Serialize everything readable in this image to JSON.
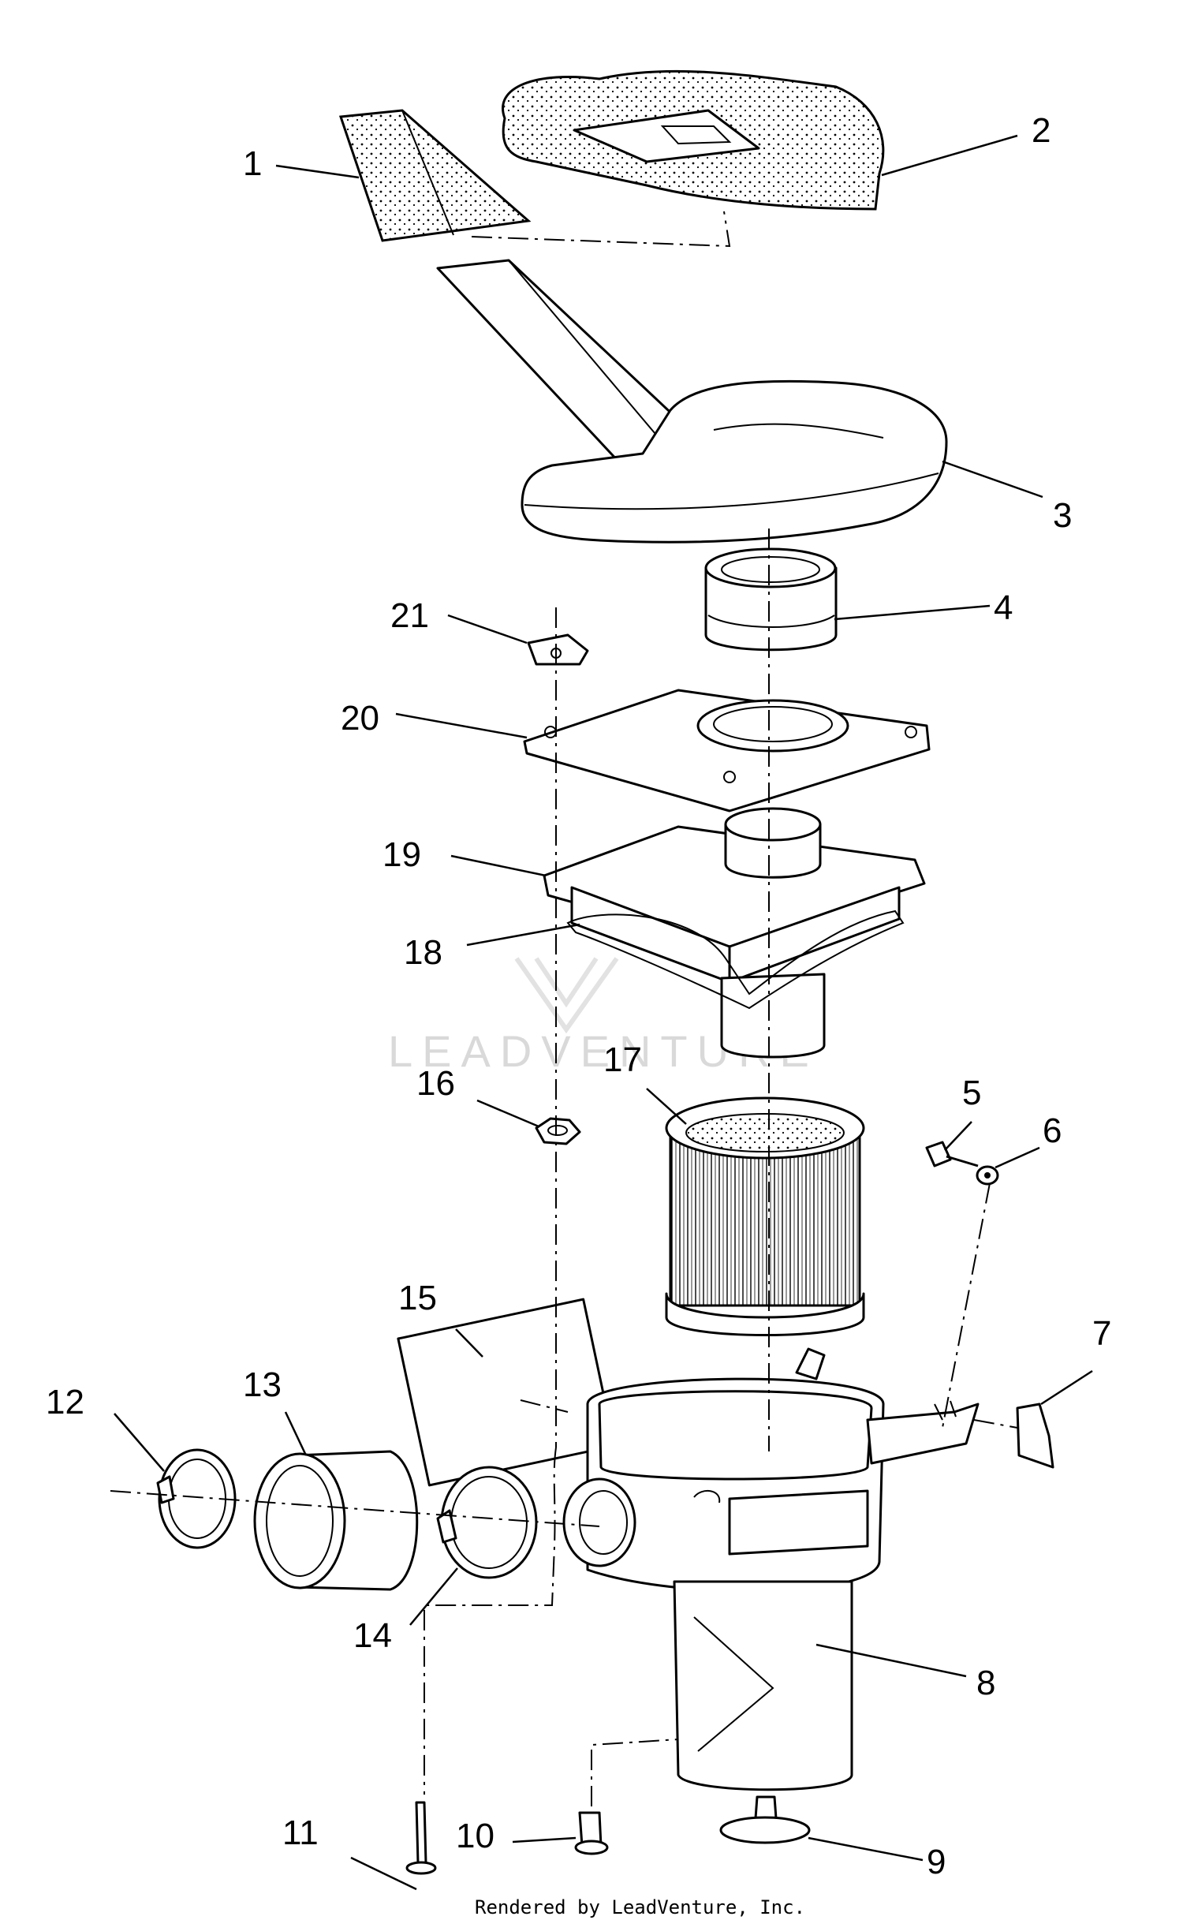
{
  "diagram": {
    "watermark": "LEADVENTURE",
    "footer": "Rendered by LeadVenture, Inc.",
    "callouts": [
      "1",
      "2",
      "3",
      "4",
      "5",
      "6",
      "7",
      "8",
      "9",
      "10",
      "11",
      "12",
      "13",
      "14",
      "15",
      "16",
      "17",
      "18",
      "19",
      "20",
      "21"
    ]
  }
}
